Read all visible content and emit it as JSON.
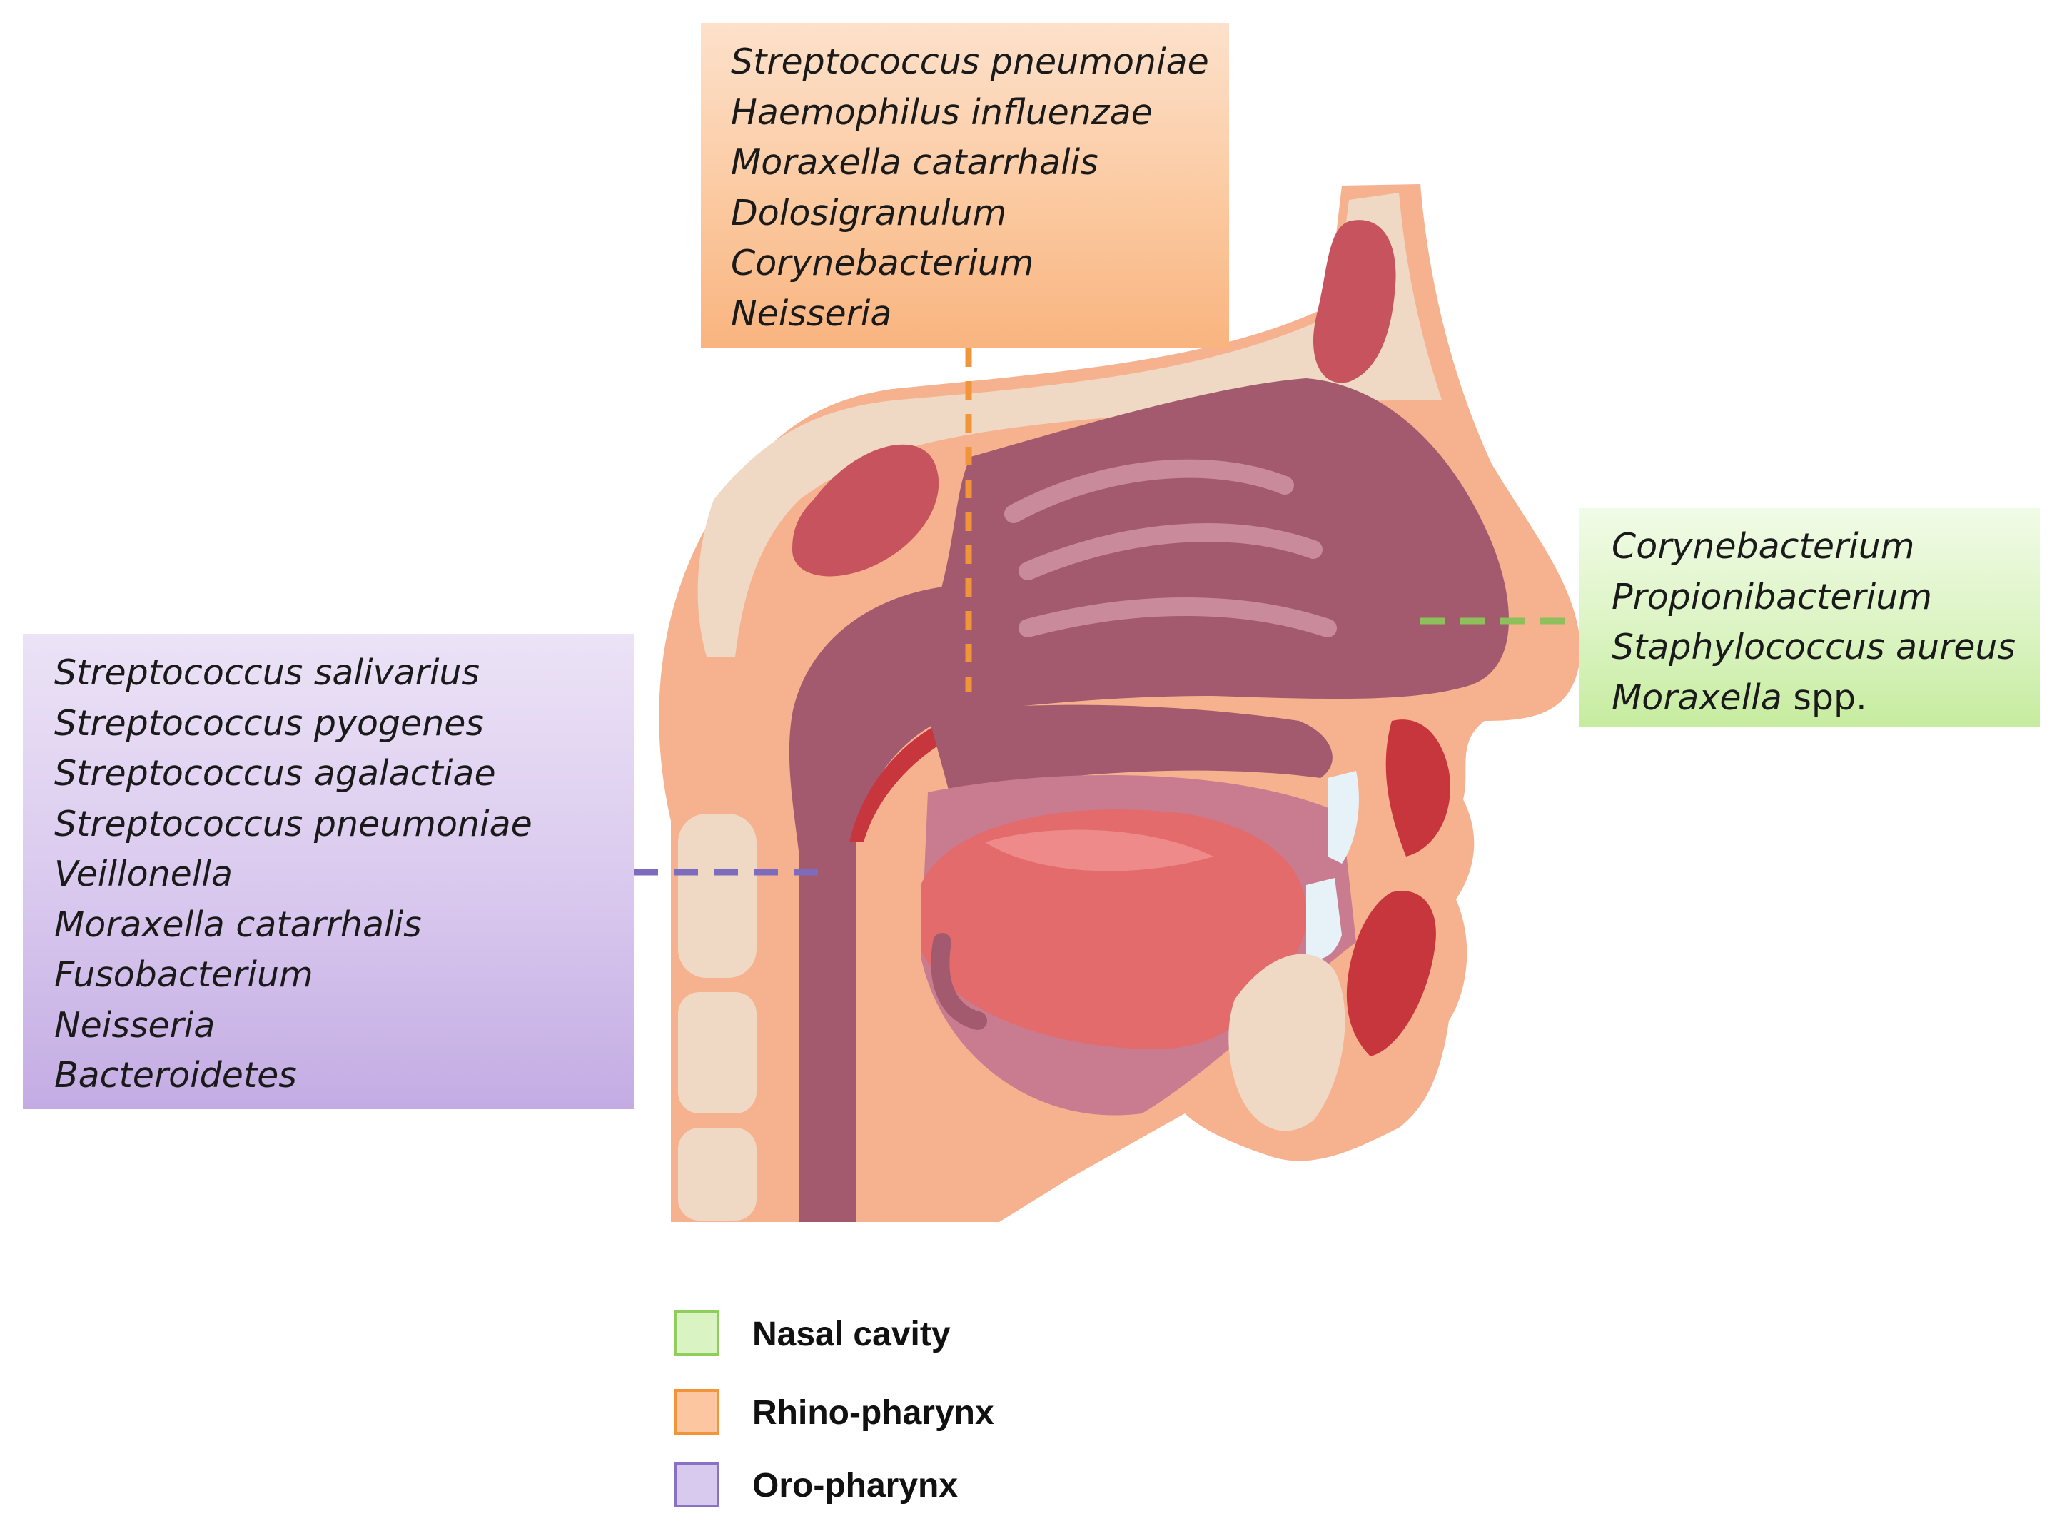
{
  "boxes": {
    "rhino_pharynx": {
      "items": [
        "Streptococcus pneumoniae",
        "Haemophilus  influenzae",
        "Moraxella  catarrhalis",
        "Dolosigranulum",
        "Corynebacterium",
        "Neisseria"
      ],
      "color": "#f9b47f",
      "line_color": "#f0953a"
    },
    "nasal_cavity": {
      "items": [
        "Corynebacterium",
        "Propionibacterium",
        "Staphylococcus aureus",
        "Moraxella"
      ],
      "item4_suffix": " spp.",
      "color": "#c6ec9f",
      "line_color": "#8dc05a"
    },
    "oro_pharynx": {
      "items": [
        "Streptococcus  salivarius",
        "Streptococcus pyogenes",
        "Streptococcus agalactiae",
        "Streptococcus  pneumoniae",
        "Veillonella",
        "Moraxella catarrhalis",
        "Fusobacterium",
        "Neisseria",
        "Bacteroidetes"
      ],
      "color": "#c3ace3",
      "line_color": "#7d6bbd"
    }
  },
  "legend": [
    {
      "label": "Nasal cavity",
      "fill": "#d9f3c2",
      "border": "#8fce5c"
    },
    {
      "label": "Rhino-pharynx",
      "fill": "#fbc6a0",
      "border": "#f0953a"
    },
    {
      "label": "Oro-pharynx",
      "fill": "#d8c9ef",
      "border": "#8872c4"
    }
  ],
  "illustration": {
    "subject": "sagittal section of head: nasal cavity, pharynx, oral cavity",
    "colors": {
      "skin": "#f6b18f",
      "bone": "#efd9c4",
      "mucosa": "#a35a6e",
      "tissue": "#c97b8f",
      "tongue": "#e36b6b",
      "lips": "#c7353d"
    }
  }
}
